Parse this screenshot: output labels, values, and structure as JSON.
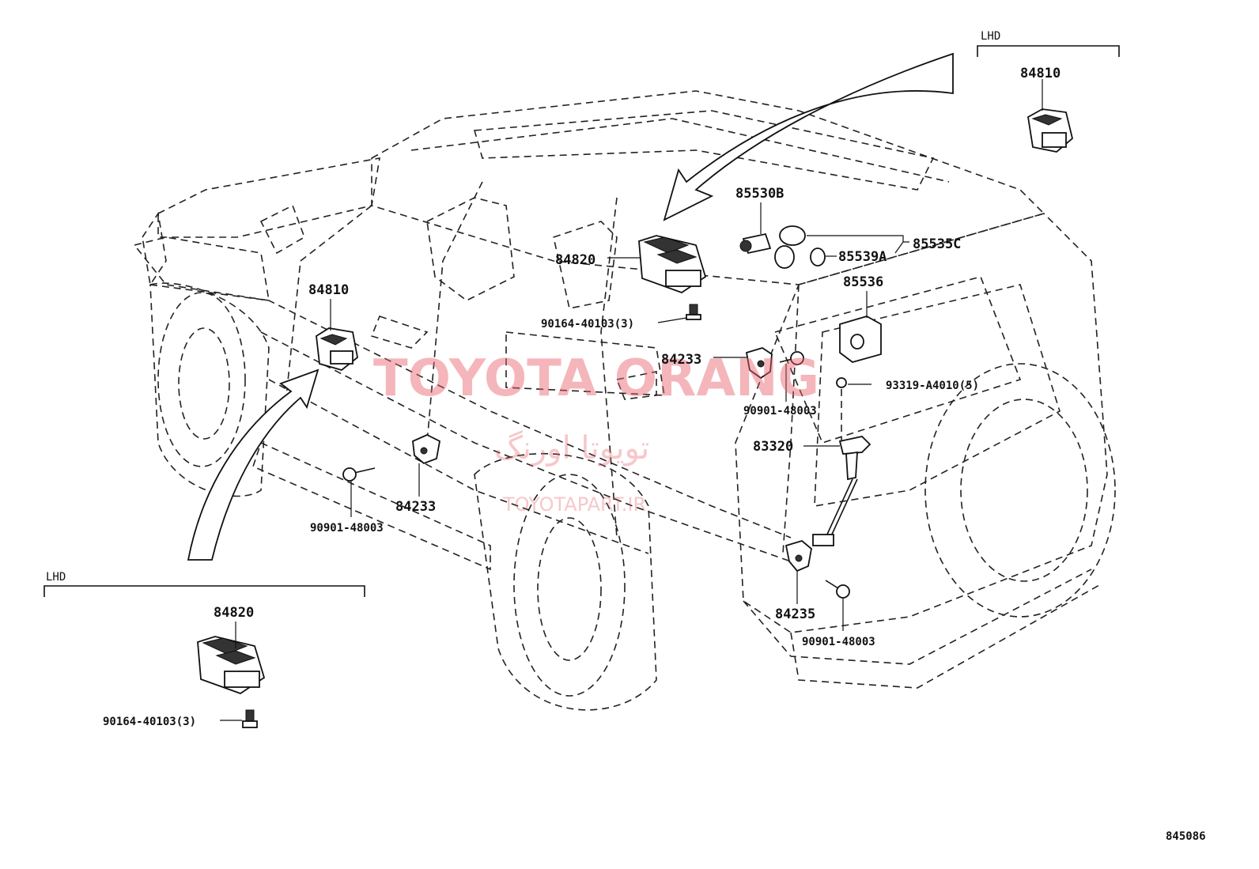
{
  "diagram_id": "845086",
  "lhd_label": "LHD",
  "watermark": {
    "brand": "TOYOTA ORANG",
    "persian": "تویوتا اورنگ",
    "url": "TOYOTAPART.IR"
  },
  "labels": {
    "p84810_top": "84810",
    "p84810_main": "84810",
    "p84820_main": "84820",
    "p84820_lhd": "84820",
    "p85530B": "85530B",
    "p85535C": "85535C",
    "p85539A": "85539A",
    "p85536": "85536",
    "p90164_main": "90164-40103(3)",
    "p90164_lhd": "90164-40103(3)",
    "p84233_right": "84233",
    "p84233_left": "84233",
    "p90901_mid": "90901-48003",
    "p90901_left": "90901-48003",
    "p90901_rear": "90901-48003",
    "p93319": "93319-A4010(5)",
    "p83320": "83320",
    "p84235": "84235"
  }
}
